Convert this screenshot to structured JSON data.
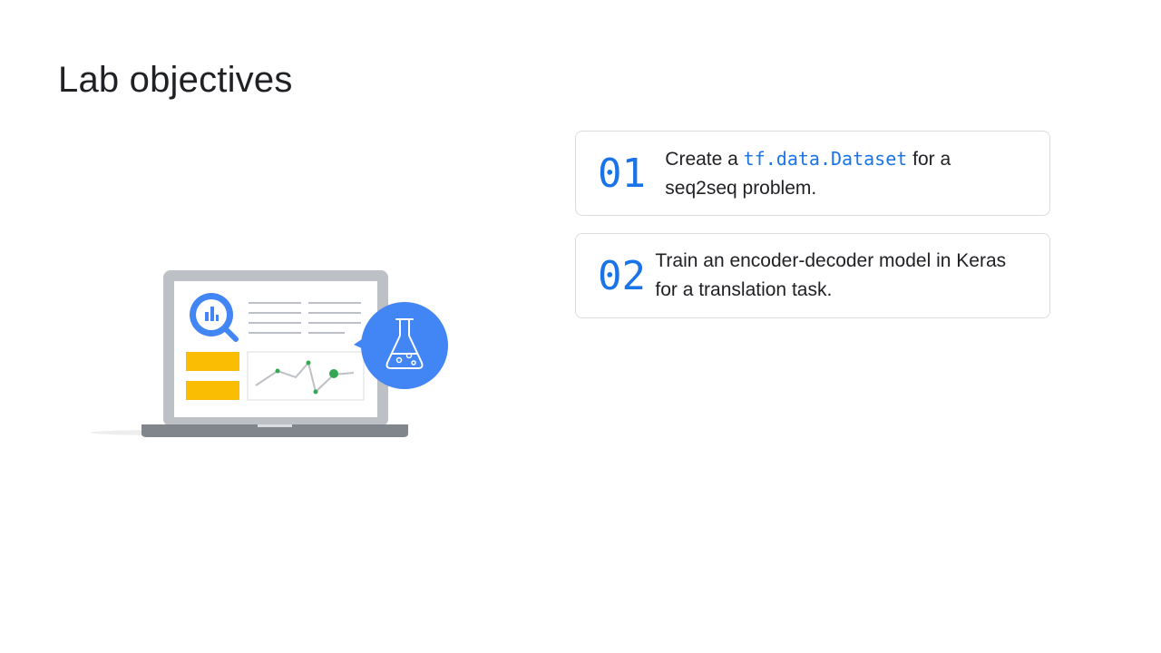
{
  "slide": {
    "title": "Lab objectives"
  },
  "objectives": [
    {
      "number": "01",
      "text_before": "Create a ",
      "code": "tf.data.Dataset",
      "text_after": " for a seq2seq problem."
    },
    {
      "number": "02",
      "text": "Train an encoder-decoder model in Keras for a translation task."
    }
  ],
  "illustration": {
    "icons": [
      "magnifier-chart-icon",
      "flask-icon"
    ],
    "colors": {
      "blue": "#4285f4",
      "yellow": "#fbbc04",
      "green": "#34a853",
      "laptop_gray": "#bdc1c6"
    }
  },
  "colors": {
    "accent": "#1a73e8",
    "text": "#202124",
    "border": "#dadce0"
  }
}
